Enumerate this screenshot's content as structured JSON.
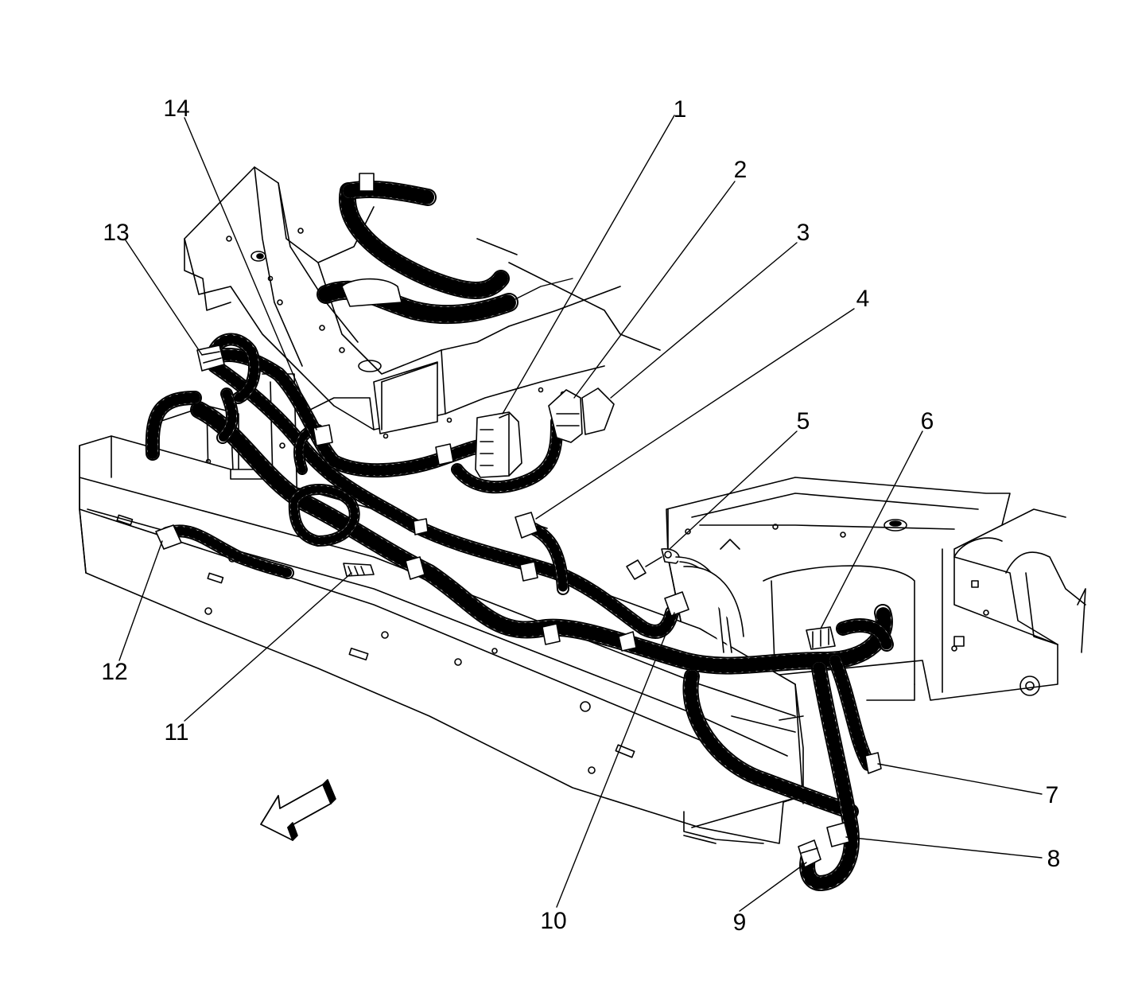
{
  "callouts": {
    "c1": "1",
    "c2": "2",
    "c3": "3",
    "c4": "4",
    "c5": "5",
    "c6": "6",
    "c7": "7",
    "c8": "8",
    "c9": "9",
    "c10": "10",
    "c11": "11",
    "c12": "12",
    "c13": "13",
    "c14": "14"
  },
  "colors": {
    "line": "#000000",
    "fill": "#ffffff",
    "shade": "#e6e6e6"
  },
  "icons": {
    "direction_arrow": "front-arrow-icon"
  }
}
